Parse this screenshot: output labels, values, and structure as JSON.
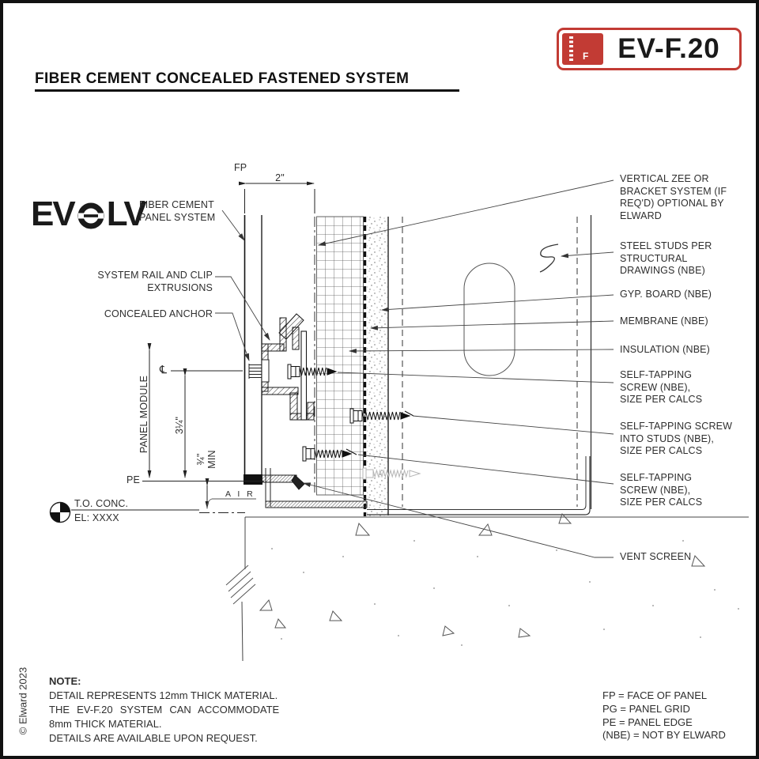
{
  "badge": {
    "code": "EV-F.20",
    "icon_letter": "F",
    "red": "#c23b34"
  },
  "title": "FIBER CEMENT CONCEALED FASTENED SYSTEM",
  "logo": {
    "ev": "EV",
    "lv": "LV",
    "caption": "FIBER CEMENT\nPANEL SYSTEM"
  },
  "labels": {
    "system_rail": "SYSTEM RAIL AND CLIP\nEXTRUSIONS",
    "concealed_anchor": "CONCEALED ANCHOR",
    "panel_module": "PANEL MODULE",
    "centerline": "℄",
    "pe": "PE",
    "fp": "FP",
    "air": "A I R",
    "to_conc": "T.O. CONC.",
    "el": "EL: XXXX"
  },
  "dimensions": {
    "panel_offset": "2\"",
    "module_gap": "3¼\"",
    "min_gap": "¾\"\nMIN"
  },
  "callouts": [
    {
      "text": "VERTICAL ZEE OR\nBRACKET SYSTEM (IF\nREQ'D) OPTIONAL BY\nELWARD"
    },
    {
      "text": "STEEL STUDS PER\nSTRUCTURAL\nDRAWINGS (NBE)"
    },
    {
      "text": "GYP. BOARD (NBE)"
    },
    {
      "text": "MEMBRANE (NBE)"
    },
    {
      "text": "INSULATION (NBE)"
    },
    {
      "text": "SELF-TAPPING\nSCREW (NBE),\nSIZE PER CALCS"
    },
    {
      "text": "SELF-TAPPING SCREW\nINTO STUDS (NBE),\nSIZE PER CALCS"
    },
    {
      "text": "SELF-TAPPING\nSCREW (NBE),\nSIZE PER CALCS"
    },
    {
      "text": "VENT SCREEN"
    }
  ],
  "note": {
    "heading": "NOTE:",
    "line1": "DETAIL REPRESENTS 12mm THICK MATERIAL.",
    "line2": "THE EV-F.20 SYSTEM CAN ACCOMMODATE",
    "line3": "8mm THICK MATERIAL.",
    "line4": "DETAILS ARE AVAILABLE UPON REQUEST."
  },
  "legend": "FP = FACE OF PANEL\nPG = PANEL GRID\nPE = PANEL EDGE\n(NBE) = NOT BY ELWARD",
  "copyright": "© Elward 2023"
}
